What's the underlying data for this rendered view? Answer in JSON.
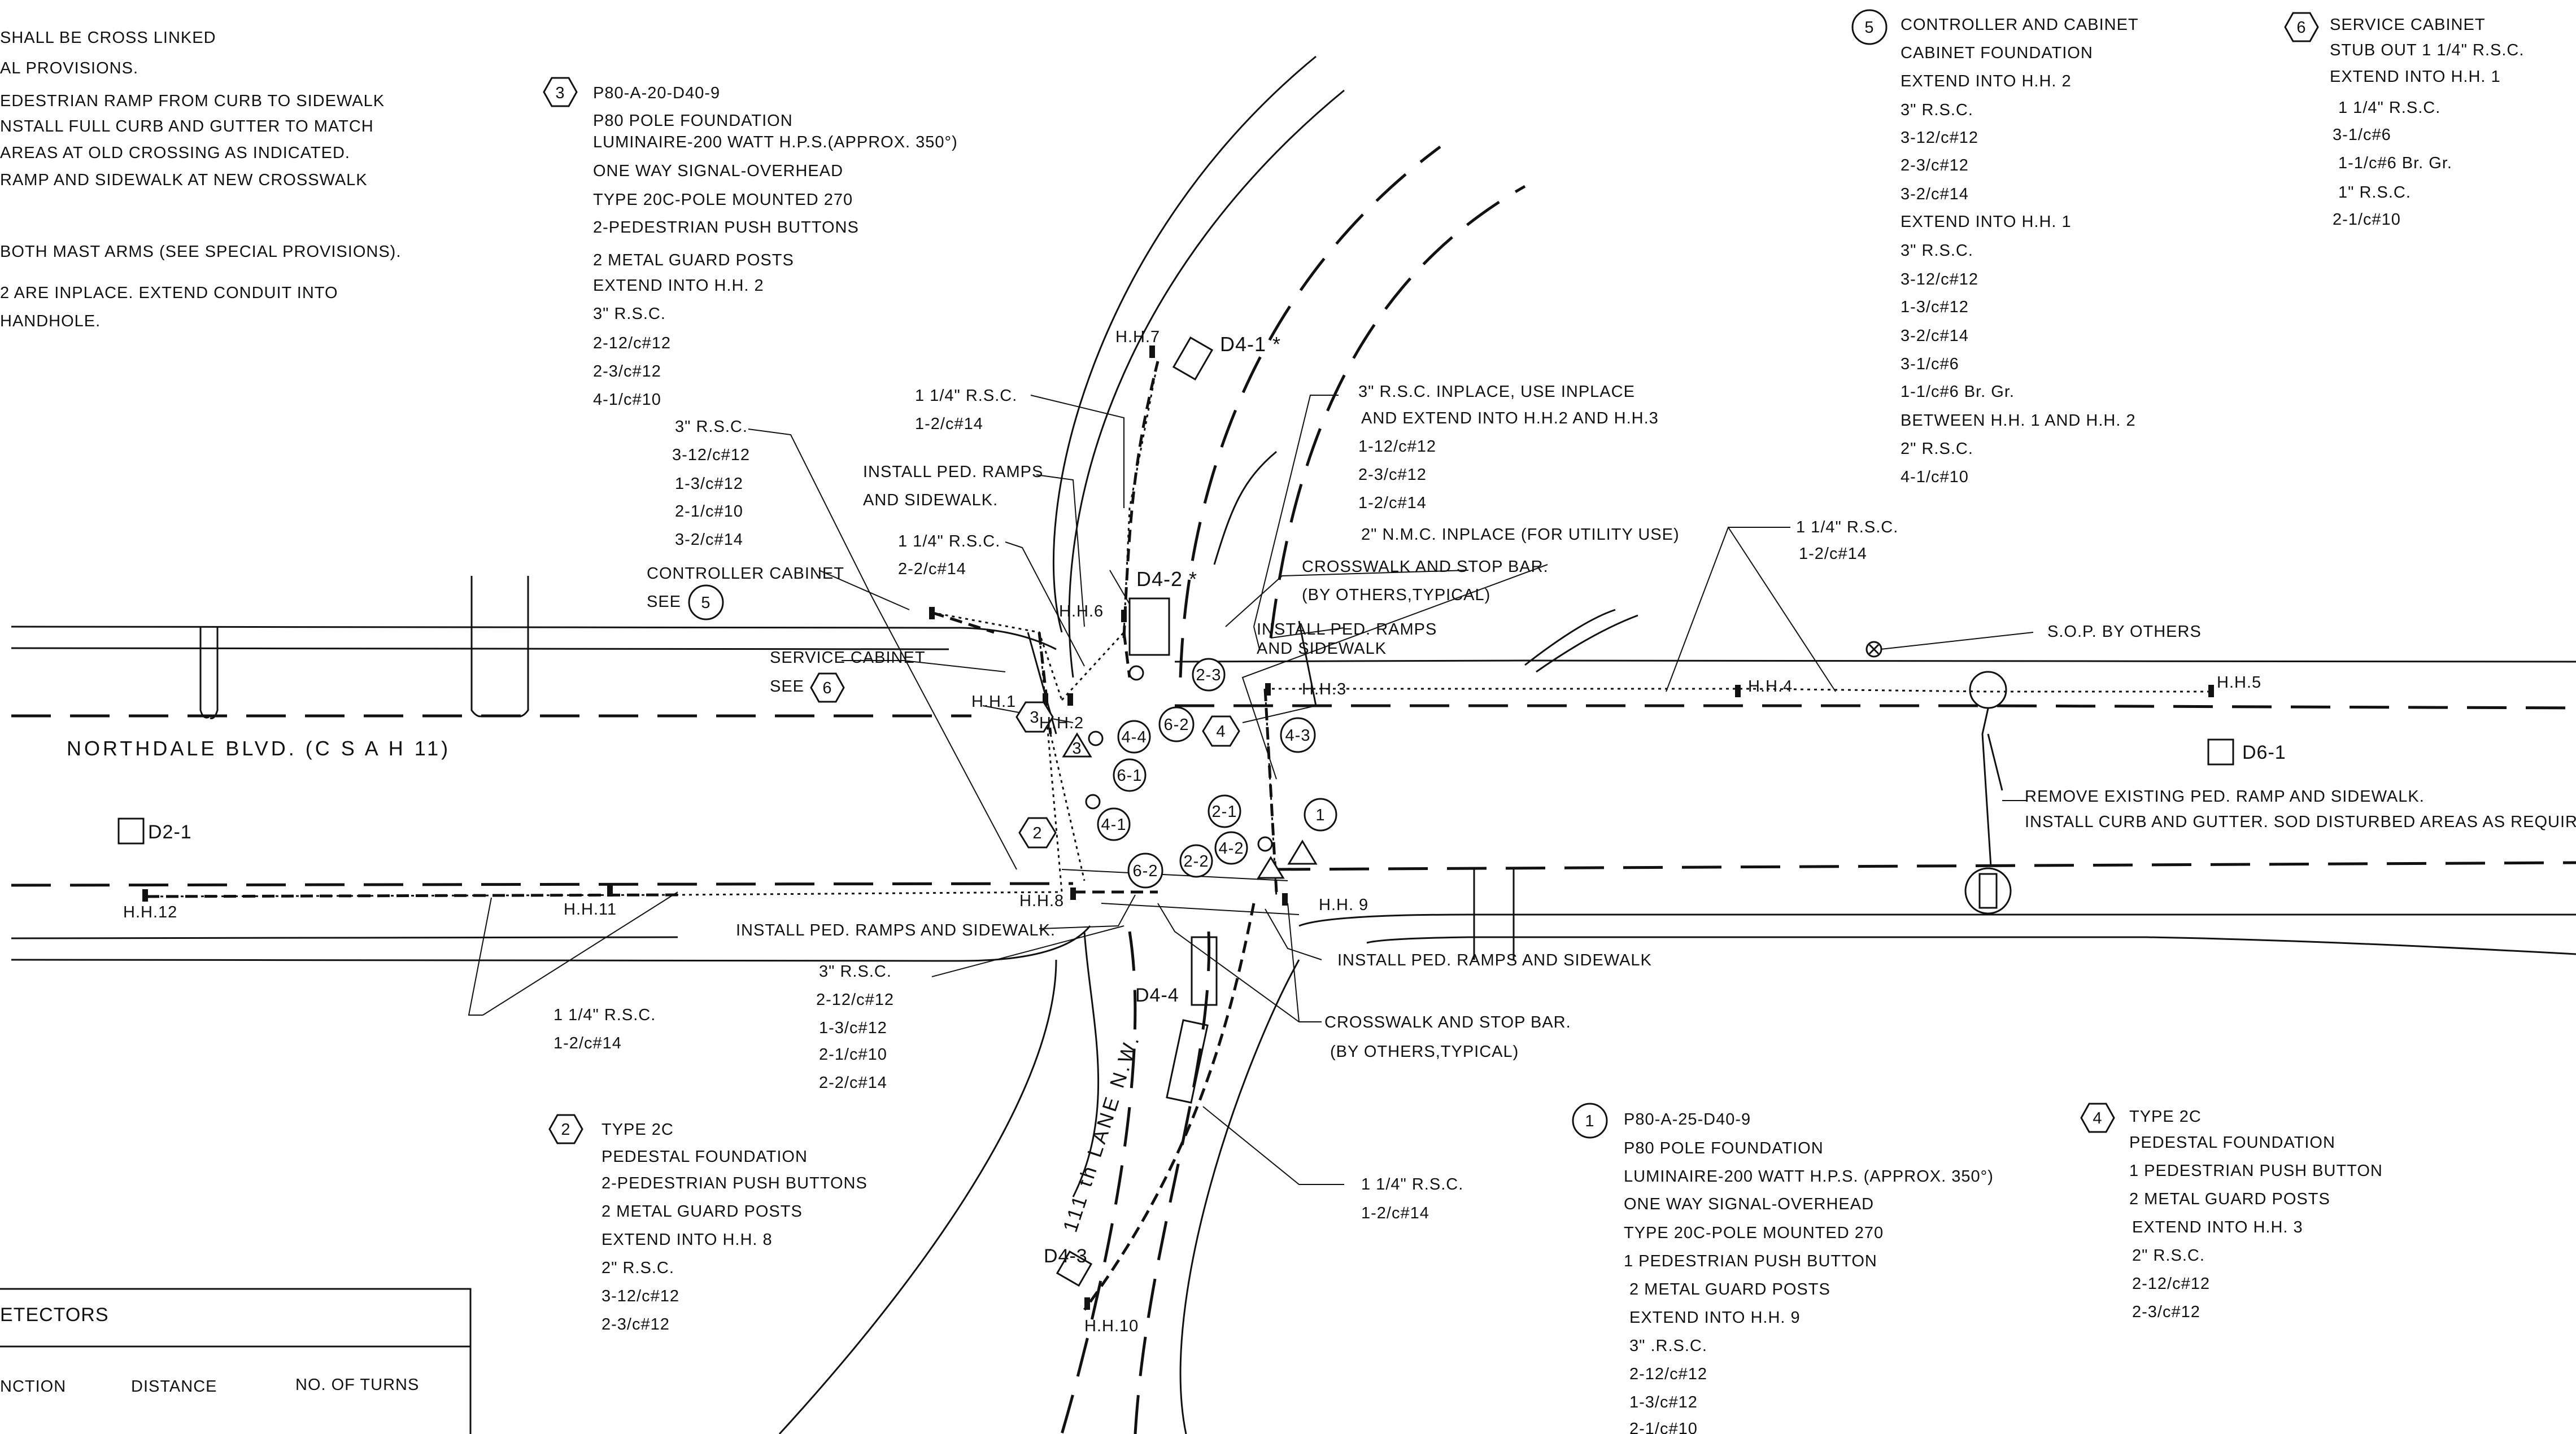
{
  "general_notes": [
    "SHALL BE CROSS LINKED",
    "AL PROVISIONS.",
    "EDESTRIAN RAMP FROM CURB TO SIDEWALK",
    "NSTALL FULL CURB AND GUTTER TO MATCH",
    "AREAS AT OLD CROSSING AS INDICATED.",
    "RAMP AND SIDEWALK AT NEW CROSSWALK",
    "BOTH MAST ARMS (SEE SPECIAL PROVISIONS).",
    "2 ARE INPLACE. EXTEND CONDUIT INTO",
    "HANDHOLE."
  ],
  "callouts": {
    "c1": {
      "num": "1",
      "lines": [
        "P80-A-25-D40-9",
        "P80 POLE FOUNDATION",
        "LUMINAIRE-200 WATT H.P.S. (APPROX. 350°)",
        "ONE WAY SIGNAL-OVERHEAD",
        "TYPE 20C-POLE MOUNTED 270",
        "1 PEDESTRIAN PUSH BUTTON",
        "2 METAL GUARD POSTS",
        "EXTEND INTO H.H. 9",
        "3\" .R.S.C.",
        "2-12/c#12",
        "1-3/c#12",
        "2-1/c#10"
      ]
    },
    "c2": {
      "num": "2",
      "lines": [
        "TYPE 2C",
        "PEDESTAL FOUNDATION",
        "2-PEDESTRIAN PUSH BUTTONS",
        "2 METAL GUARD POSTS",
        "EXTEND INTO H.H. 8",
        "2\" R.S.C.",
        "3-12/c#12",
        "2-3/c#12"
      ]
    },
    "c3": {
      "num": "3",
      "lines": [
        "P80-A-20-D40-9",
        "P80 POLE FOUNDATION",
        "LUMINAIRE-200 WATT H.P.S.(APPROX. 350°)",
        "ONE WAY SIGNAL-OVERHEAD",
        "TYPE 20C-POLE MOUNTED 270",
        "2-PEDESTRIAN PUSH BUTTONS",
        "2 METAL GUARD POSTS",
        "EXTEND INTO H.H. 2",
        "3\" R.S.C.",
        "2-12/c#12",
        "2-3/c#12",
        "4-1/c#10"
      ]
    },
    "c4": {
      "num": "4",
      "lines": [
        "TYPE 2C",
        "PEDESTAL FOUNDATION",
        "1 PEDESTRIAN PUSH BUTTON",
        "2 METAL GUARD POSTS",
        "EXTEND INTO H.H. 3",
        "2\" R.S.C.",
        "2-12/c#12",
        "2-3/c#12"
      ]
    },
    "c5": {
      "num": "5",
      "lines": [
        "CONTROLLER AND CABINET",
        "CABINET FOUNDATION",
        "EXTEND INTO H.H. 2",
        "3\" R.S.C.",
        "3-12/c#12",
        "2-3/c#12",
        "3-2/c#14",
        "EXTEND INTO H.H. 1",
        "3\" R.S.C.",
        "3-12/c#12",
        "1-3/c#12",
        "3-2/c#14",
        "3-1/c#6",
        "1-1/c#6 Br. Gr.",
        "BETWEEN H.H. 1 AND H.H. 2",
        "2\" R.S.C.",
        "4-1/c#10"
      ]
    },
    "c6": {
      "num": "6",
      "lines": [
        "SERVICE CABINET",
        "STUB OUT 1 1/4\" R.S.C.",
        "EXTEND INTO H.H. 1",
        "1  1/4\" R.S.C.",
        "3-1/c#6",
        "1-1/c#6 Br. Gr.",
        "1\" R.S.C.",
        "2-1/c#10"
      ]
    }
  },
  "conduit_notes": {
    "a": [
      "1 1/4\" R.S.C.",
      "1-2/c#14"
    ],
    "b": [
      "3\" R.S.C.",
      "3-12/c#12",
      "1-3/c#12",
      "2-1/c#10",
      "3-2/c#14"
    ],
    "c": [
      "1 1/4\" R.S.C.",
      "2-2/c#14"
    ],
    "d": [
      "3\" R.S.C. INPLACE, USE INPLACE",
      "AND EXTEND INTO H.H.2 AND H.H.3",
      "1-12/c#12",
      "2-3/c#12",
      "1-2/c#14",
      "2\" N.M.C. INPLACE (FOR UTILITY USE)"
    ],
    "e": [
      "1 1/4\" R.S.C.",
      "1-2/c#14"
    ],
    "f": [
      "3\" R.S.C.",
      "2-12/c#12",
      "1-3/c#12",
      "2-1/c#10",
      "2-2/c#14"
    ],
    "g": [
      "1 1/4\" R.S.C.",
      "1-2/c#14"
    ],
    "h": [
      "1 1/4\" R.S.C.",
      "1-2/c#14"
    ]
  },
  "labels": {
    "install_ramps_1": "INSTALL PED. RAMPS",
    "install_ramps_1b": "AND SIDEWALK.",
    "controller_cabinet": "CONTROLLER CABINET",
    "see": "SEE",
    "service_cabinet": "SERVICE CABINET",
    "crosswalk_1": "CROSSWALK AND STOP BAR.",
    "by_others_1": "(BY OTHERS,TYPICAL)",
    "install_ramps_2": "INSTALL PED. RAMPS",
    "install_ramps_2b": "AND SIDEWALK",
    "sop": "S.O.P. BY OTHERS",
    "remove_1": "REMOVE EXISTING PED. RAMP AND SIDEWALK.",
    "remove_2": "INSTALL CURB AND GUTTER.  SOD DISTURBED AREAS AS REQUIRED.",
    "install_ramps_3": "INSTALL PED. RAMPS AND SIDEWALK.",
    "install_ramps_4": "INSTALL PED. RAMPS AND SIDEWALK",
    "crosswalk_2": "CROSSWALK AND STOP BAR.",
    "by_others_2": "(BY OTHERS,TYPICAL)"
  },
  "roads": {
    "northdale": "NORTHDALE BLVD. (C S A H 11)",
    "lane": "111 th LANE N.W."
  },
  "handholes": {
    "hh1": "H.H.1",
    "hh2": "H.H.2",
    "hh3": "H.H.3",
    "hh4": "H.H.4",
    "hh5": "H.H.5",
    "hh6": "H.H.6",
    "hh7": "H.H.7",
    "hh8": "H.H.8",
    "hh9": "H.H. 9",
    "hh10": "H.H.10",
    "hh11": "H.H.11",
    "hh12": "H.H.12"
  },
  "detectors": {
    "d1": "D4-1 *",
    "d2": "D4-2 *",
    "d3": "D4-3",
    "d4": "D4-4",
    "d5": "D2-1",
    "d6": "D6-1"
  },
  "phase_labels": [
    "2-3",
    "6-2",
    "4",
    "4-3",
    "4-4",
    "3",
    "6-1",
    "4-1",
    "2-1",
    "6-2",
    "2-2",
    "4-2",
    "1",
    "2",
    "3",
    "4"
  ],
  "detector_table": {
    "title": "ETECTORS",
    "columns": [
      "NCTION",
      "DISTANCE",
      "NO. OF TURNS"
    ]
  }
}
